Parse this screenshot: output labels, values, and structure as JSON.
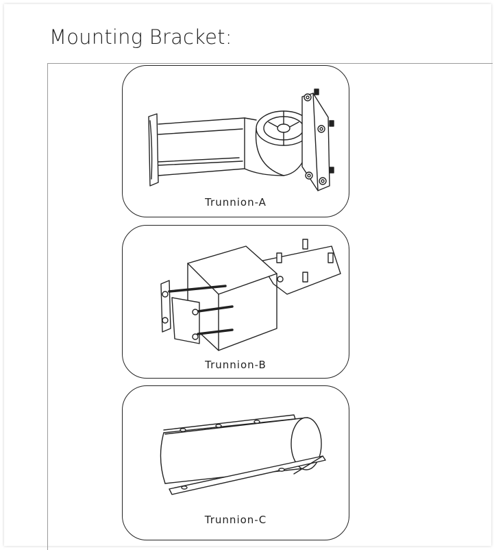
{
  "page": {
    "title": "Mounting Bracket:"
  },
  "brackets": [
    {
      "name": "Trunnion-A",
      "icon": "trunnion-a-drawing"
    },
    {
      "name": "Trunnion-B",
      "icon": "trunnion-b-drawing"
    },
    {
      "name": "Trunnion-C",
      "icon": "trunnion-c-drawing"
    }
  ],
  "colors": {
    "line": "#222222",
    "divider": "#9a9a9a",
    "background": "#ffffff"
  }
}
